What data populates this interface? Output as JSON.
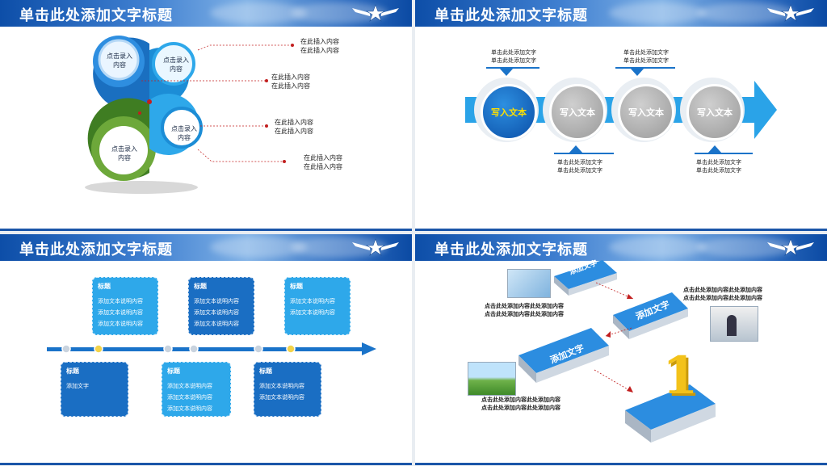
{
  "header_title": "单击此处添加文字标题",
  "slide1": {
    "petals": [
      "点击录入内容",
      "点击录入内容",
      "点击录入内容",
      "点击录入内容"
    ],
    "labels": [
      "在此插入内容\n在此插入内容",
      "在此插入内容\n在此插入内容",
      "在此插入内容\n在此插入内容",
      "在此插入内容\n在此插入内容"
    ]
  },
  "slide2": {
    "circles": [
      "写入文本",
      "写入文本",
      "写入文本",
      "写入文本"
    ],
    "top_text_1": "单击此处添加文字\n单击此处添加文字",
    "top_text_2": "单击此处添加文字\n单击此处添加文字",
    "bottom_text_1": "单击此处添加文字\n单击此处添加文字",
    "bottom_text_2": "单击此处添加文字\n单击此处添加文字"
  },
  "slide3": {
    "top_cards": [
      {
        "title": "标题",
        "body": "添加文本说明内容\n添加文本说明内容\n添加文本说明内容"
      },
      {
        "title": "标题",
        "body": "添加文本说明内容\n添加文本说明内容\n添加文本说明内容"
      },
      {
        "title": "标题",
        "body": "添加文本说明内容\n添加文本说明内容"
      }
    ],
    "bottom_cards": [
      {
        "title": "标题",
        "body": "添加文字"
      },
      {
        "title": "标题",
        "body": "添加文本说明内容\n添加文本说明内容\n添加文本说明内容"
      },
      {
        "title": "标题",
        "body": "添加文本说明内容\n添加文本说明内容"
      }
    ]
  },
  "slide4": {
    "blocks": [
      "添加文字",
      "添加文字",
      "添加文字"
    ],
    "text_left_top": "点击此处添加内容此处添加内容\n点击此处添加内容此处添加内容",
    "text_right": "点击此处添加内容此处添加内容\n点击此处添加内容此处添加内容",
    "text_left_bottom": "点击此处添加内容此处添加内容\n点击此处添加内容此处添加内容",
    "number": "1"
  },
  "colors": {
    "accent": "#1a73c9",
    "green": "#4a8a2a",
    "light_blue": "#2ea8ea",
    "gray": "#a9a9a9",
    "yellow": "#f3c21a"
  }
}
